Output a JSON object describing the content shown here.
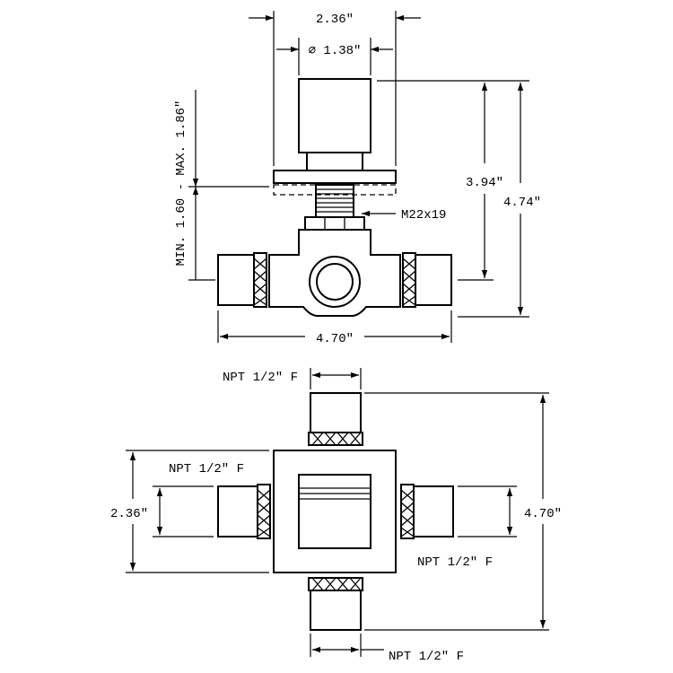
{
  "labels": {
    "top_overall_width": "2.36\"",
    "top_trim_diameter": "⌀ 1.38\"",
    "top_wall_range": "MIN. 1.60 - MAX. 1.86\"",
    "top_height_inner": "3.94\"",
    "top_height_outer": "4.74\"",
    "top_thread": "M22x19",
    "top_body_width": "4.70\"",
    "plan_port_top": "NPT 1/2\" F",
    "plan_port_left": "NPT 1/2\" F",
    "plan_trim_width": "2.36\"",
    "plan_port_right": "NPT 1/2\" F",
    "plan_overall_height": "4.70\"",
    "plan_port_bottom": "NPT 1/2\" F"
  }
}
